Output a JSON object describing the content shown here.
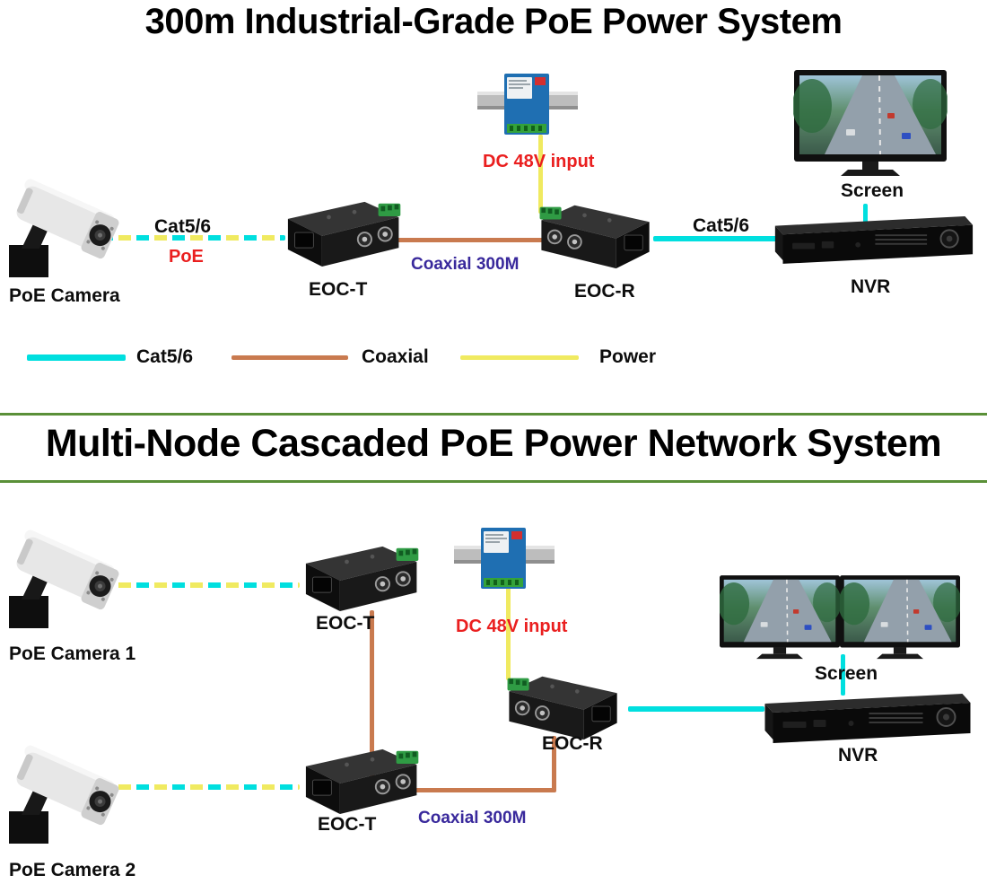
{
  "colors": {
    "cat56": "#00dfdf",
    "coax": "#c97a4f",
    "power": "#f0ea60",
    "divider": "#5a9038",
    "red": "#ea1f1f",
    "purple": "#39299c"
  },
  "section1": {
    "title": "300m Industrial-Grade PoE Power System",
    "camera_label": "PoE Camera",
    "cat56_left": "Cat5/6",
    "poe_label": "PoE",
    "eoc_t_label": "EOC-T",
    "dc_input_label": "DC 48V input",
    "coax_label": "Coaxial 300M",
    "eoc_r_label": "EOC-R",
    "cat56_right": "Cat5/6",
    "screen_label": "Screen",
    "nvr_label": "NVR",
    "legend": {
      "cat56": "Cat5/6",
      "coax": "Coaxial",
      "power": "Power"
    }
  },
  "section2": {
    "title": "Multi-Node Cascaded PoE Power Network System",
    "camera1_label": "PoE Camera 1",
    "camera2_label": "PoE Camera 2",
    "eoc_t1_label": "EOC-T",
    "eoc_t2_label": "EOC-T",
    "dc_input_label": "DC 48V input",
    "eoc_r_label": "EOC-R",
    "coax_label": "Coaxial 300M",
    "screen_label": "Screen",
    "nvr_label": "NVR"
  }
}
